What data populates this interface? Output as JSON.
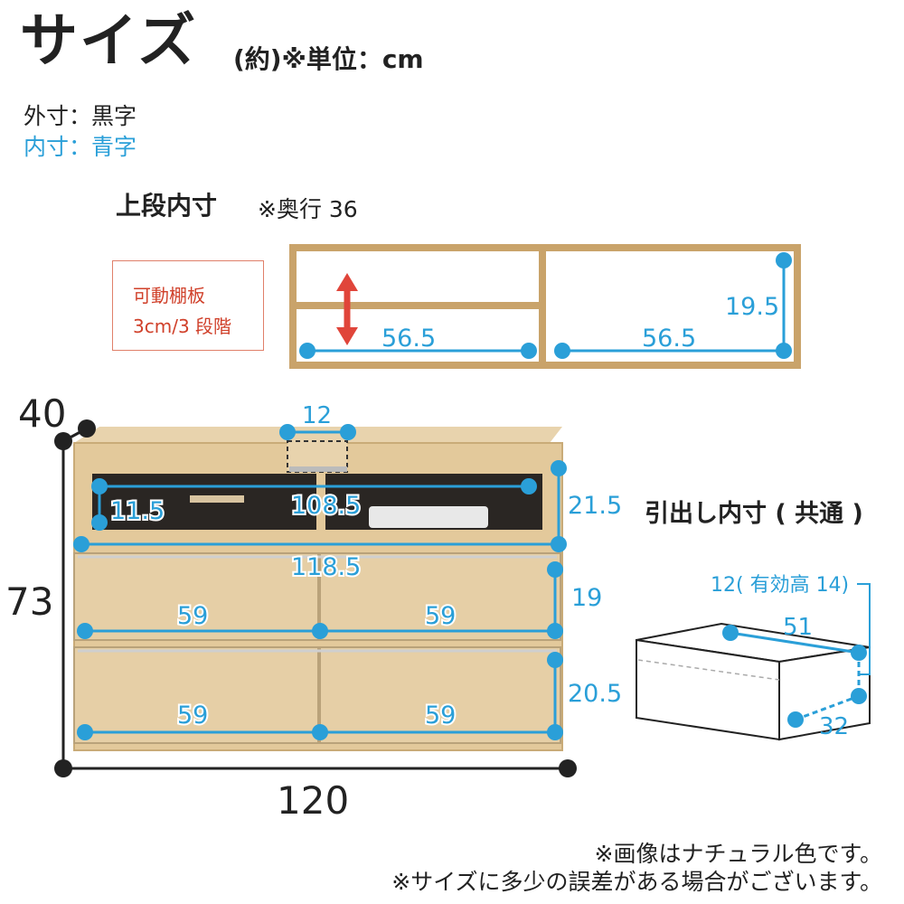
{
  "header": {
    "title": "サイズ",
    "subtitle": "(約)※単位：cm"
  },
  "legend": {
    "outer": "外寸：黒字",
    "inner": "内寸：青字"
  },
  "upper_section": {
    "title": "上段内寸",
    "depth_note": "※奥行 36",
    "adjustable_line1": "可動棚板",
    "adjustable_line2": "3cm/3 段階",
    "left_width": "56.5",
    "right_width": "56.5",
    "height": "19.5"
  },
  "cabinet": {
    "outer_depth": "40",
    "outer_height": "73",
    "outer_width": "120",
    "top_gap": "12",
    "open_left": "11.5",
    "open_width": "108.5",
    "open_height": "21.5",
    "inner_total_width": "118.5",
    "drawer1_height": "19",
    "drawer2_height": "20.5",
    "drawer_row1_left": "59",
    "drawer_row1_right": "59",
    "drawer_row2_left": "59",
    "drawer_row2_right": "59"
  },
  "drawer_inner": {
    "title": "引出し内寸 ( 共通 )",
    "height_label": "12( 有効高 14)",
    "width": "51",
    "depth": "32"
  },
  "notes": {
    "line1": "※画像はナチュラル色です。",
    "line2": "※サイズに多少の誤差がある場合がございます。"
  },
  "colors": {
    "inner_dim": "#2a9fd8",
    "outer_dim": "#222222",
    "wood": "#e3c99b",
    "shelf_frame": "#c9a36a",
    "adjust_arrow": "#e0453a"
  }
}
